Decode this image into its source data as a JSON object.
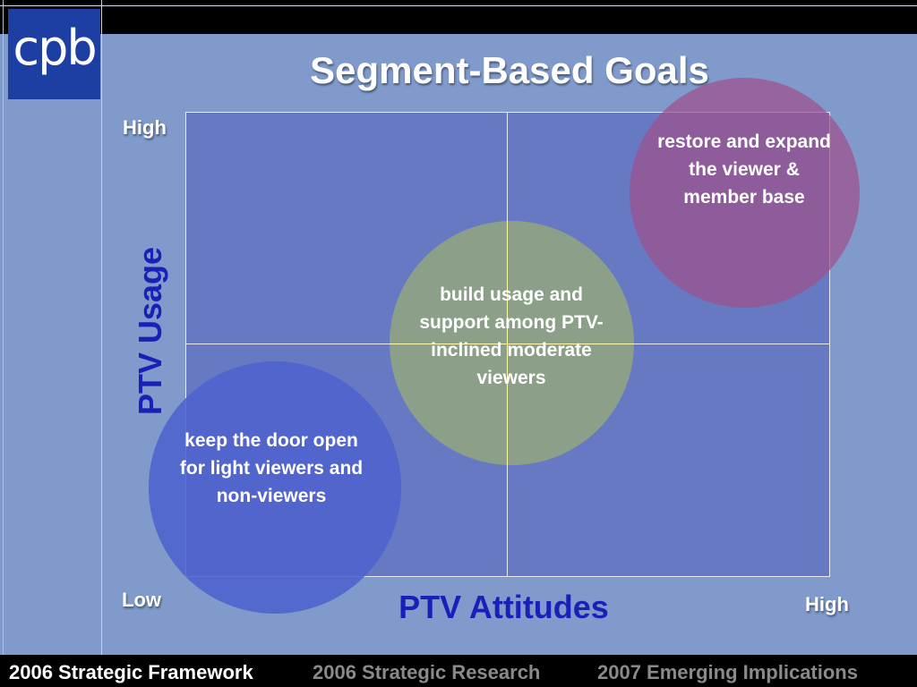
{
  "logo": {
    "text": "cpb"
  },
  "title": "Segment-Based Goals",
  "axes": {
    "y_label": "PTV Usage",
    "x_label": "PTV Attitudes",
    "y_high": "High",
    "low": "Low",
    "x_high": "High"
  },
  "segments": {
    "low": {
      "label": "keep the door open for light viewers and non-viewers"
    },
    "moderate": {
      "label": "build usage and support among PTV-inclined moderate viewers"
    },
    "high": {
      "label": "restore and expand the viewer & member base"
    }
  },
  "colors": {
    "background": "#7f9acb",
    "plot_area": "#6679c2",
    "axis_label": "#1a1fb8",
    "circle_low": "#4e62cd",
    "circle_moderate": "#96aa78",
    "circle_high": "#a0508c"
  },
  "footer": {
    "items": [
      {
        "label": "2006 Strategic Framework"
      },
      {
        "label": "2006 Strategic Research"
      },
      {
        "label": "2007 Emerging Implications"
      }
    ]
  }
}
